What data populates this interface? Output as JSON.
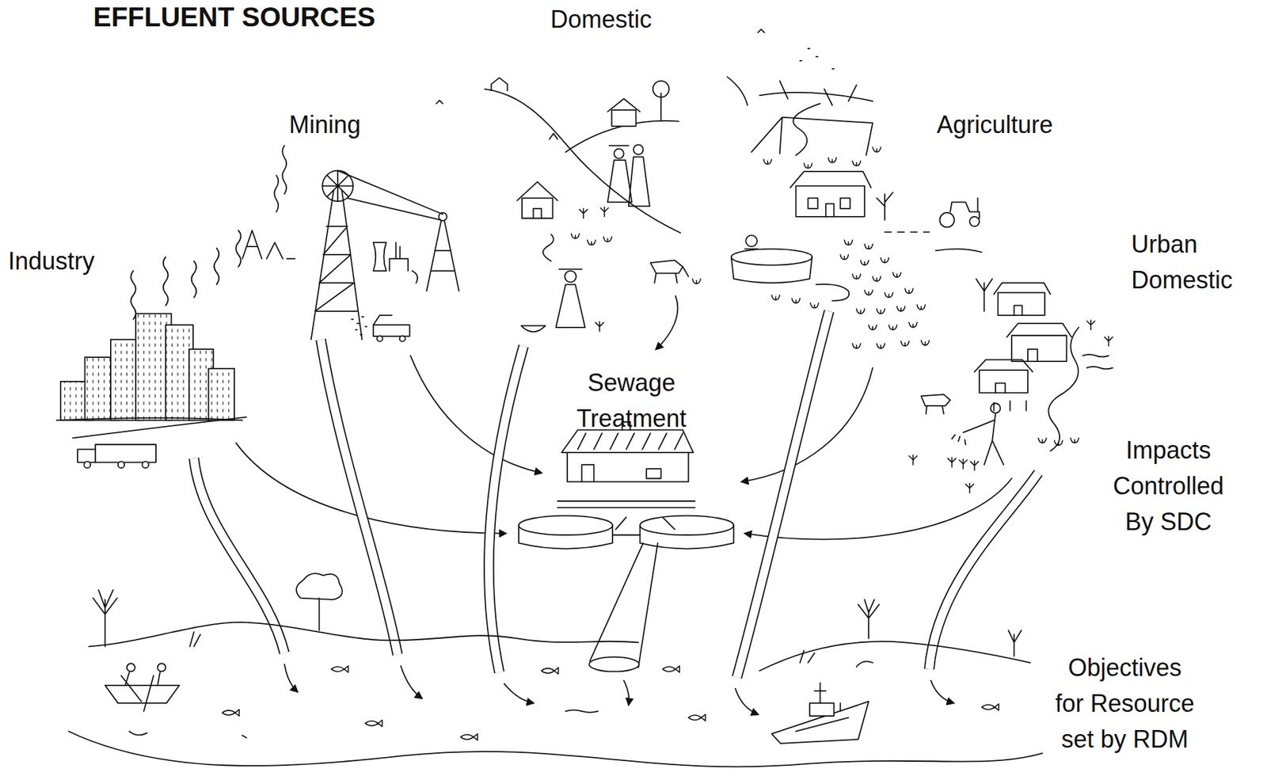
{
  "diagram": {
    "title": "EFFLUENT SOURCES",
    "labels": [
      "Domestic",
      "Mining",
      "Agriculture",
      "Urban Domestic",
      "Industry",
      "Sewage Treatment",
      "Impacts Controlled By SDC",
      "Objectives for Resource set by RDM"
    ]
  }
}
